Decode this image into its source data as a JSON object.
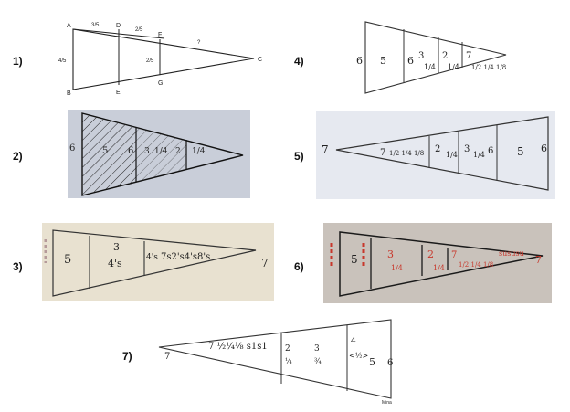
{
  "figures": [
    {
      "number": "1)",
      "labels": {
        "A": "A",
        "B": "B",
        "C": "C",
        "D": "D",
        "E": "E",
        "F": "F",
        "G": "G",
        "ab": "4/5",
        "ad": "3/5",
        "df": "2/5",
        "fc": "?",
        "fg": "2/5"
      }
    },
    {
      "number": "2)",
      "labels": {
        "left": "6",
        "s1": "5",
        "s2": "6",
        "s3": "3",
        "s4": "1/4",
        "s5": "2",
        "s6": "1/4"
      }
    },
    {
      "number": "3)",
      "labels": {
        "s1": "5",
        "s2a": "3",
        "s2b": "4's",
        "s3": "4's",
        "s4": "7s2's4's8's",
        "right": "7"
      }
    },
    {
      "number": "4)",
      "labels": {
        "left": "6",
        "s1": "5",
        "s2": "6",
        "s3": "3",
        "s3f": "1/4",
        "s4": "2",
        "s4f": "1/4",
        "s5": "7",
        "s5f": "1/2 1/4 1/8"
      }
    },
    {
      "number": "5)",
      "labels": {
        "left": "7",
        "s1": "7",
        "s1f": "1/2 1/4 1/8",
        "s2": "2",
        "s2f": "1/4",
        "s3": "3",
        "s3f": "1/4",
        "s4": "6",
        "s5": "5",
        "right": "6"
      }
    },
    {
      "number": "6)",
      "labels": {
        "s1": "5",
        "s2": "3",
        "s2f": "1/4",
        "s3": "2",
        "s3f": "1/4",
        "s4": "7",
        "s4f": "1/2 1/4 1/8",
        "s5": "sususu",
        "right": "7"
      }
    },
    {
      "number": "7)",
      "labels": {
        "left": "7",
        "s1": "7 ½¼⅛ s1s1",
        "s2": "2",
        "s2f": "¼",
        "s3": "3",
        "s3f": "¾",
        "s4a": "4",
        "s4b": "<½>",
        "s5": "5",
        "right": "6",
        "tag": "Mina"
      }
    }
  ]
}
